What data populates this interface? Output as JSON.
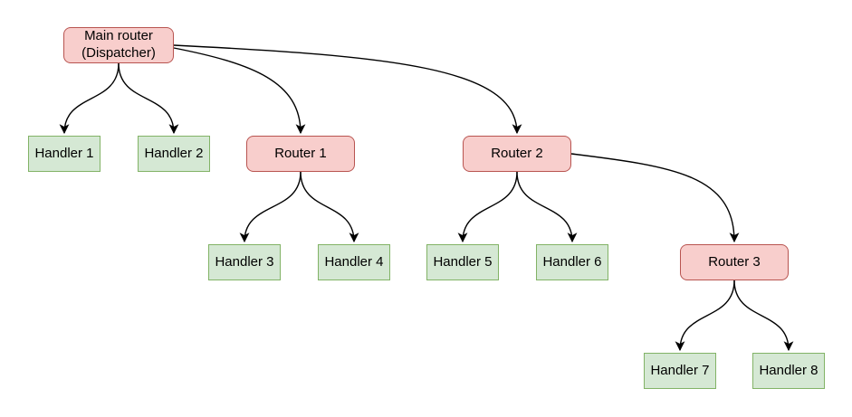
{
  "colors": {
    "background": "#ffffff",
    "router_fill": "#f8cecc",
    "router_border": "#b85450",
    "handler_fill": "#d5e8d4",
    "handler_border": "#82b366",
    "edge_color": "#000000",
    "text_color": "#000000"
  },
  "nodes": {
    "main": {
      "label": "Main router\n(Dispatcher)",
      "type": "router"
    },
    "handler1": {
      "label": "Handler 1",
      "type": "handler"
    },
    "handler2": {
      "label": "Handler 2",
      "type": "handler"
    },
    "router1": {
      "label": "Router 1",
      "type": "router"
    },
    "router2": {
      "label": "Router 2",
      "type": "router"
    },
    "handler3": {
      "label": "Handler 3",
      "type": "handler"
    },
    "handler4": {
      "label": "Handler 4",
      "type": "handler"
    },
    "handler5": {
      "label": "Handler 5",
      "type": "handler"
    },
    "handler6": {
      "label": "Handler 6",
      "type": "handler"
    },
    "router3": {
      "label": "Router 3",
      "type": "router"
    },
    "handler7": {
      "label": "Handler 7",
      "type": "handler"
    },
    "handler8": {
      "label": "Handler 8",
      "type": "handler"
    }
  },
  "edges": [
    {
      "from": "main",
      "to": "handler1"
    },
    {
      "from": "main",
      "to": "handler2"
    },
    {
      "from": "main",
      "to": "router1"
    },
    {
      "from": "main",
      "to": "router2"
    },
    {
      "from": "router1",
      "to": "handler3"
    },
    {
      "from": "router1",
      "to": "handler4"
    },
    {
      "from": "router2",
      "to": "handler5"
    },
    {
      "from": "router2",
      "to": "handler6"
    },
    {
      "from": "router2",
      "to": "router3"
    },
    {
      "from": "router3",
      "to": "handler7"
    },
    {
      "from": "router3",
      "to": "handler8"
    }
  ]
}
